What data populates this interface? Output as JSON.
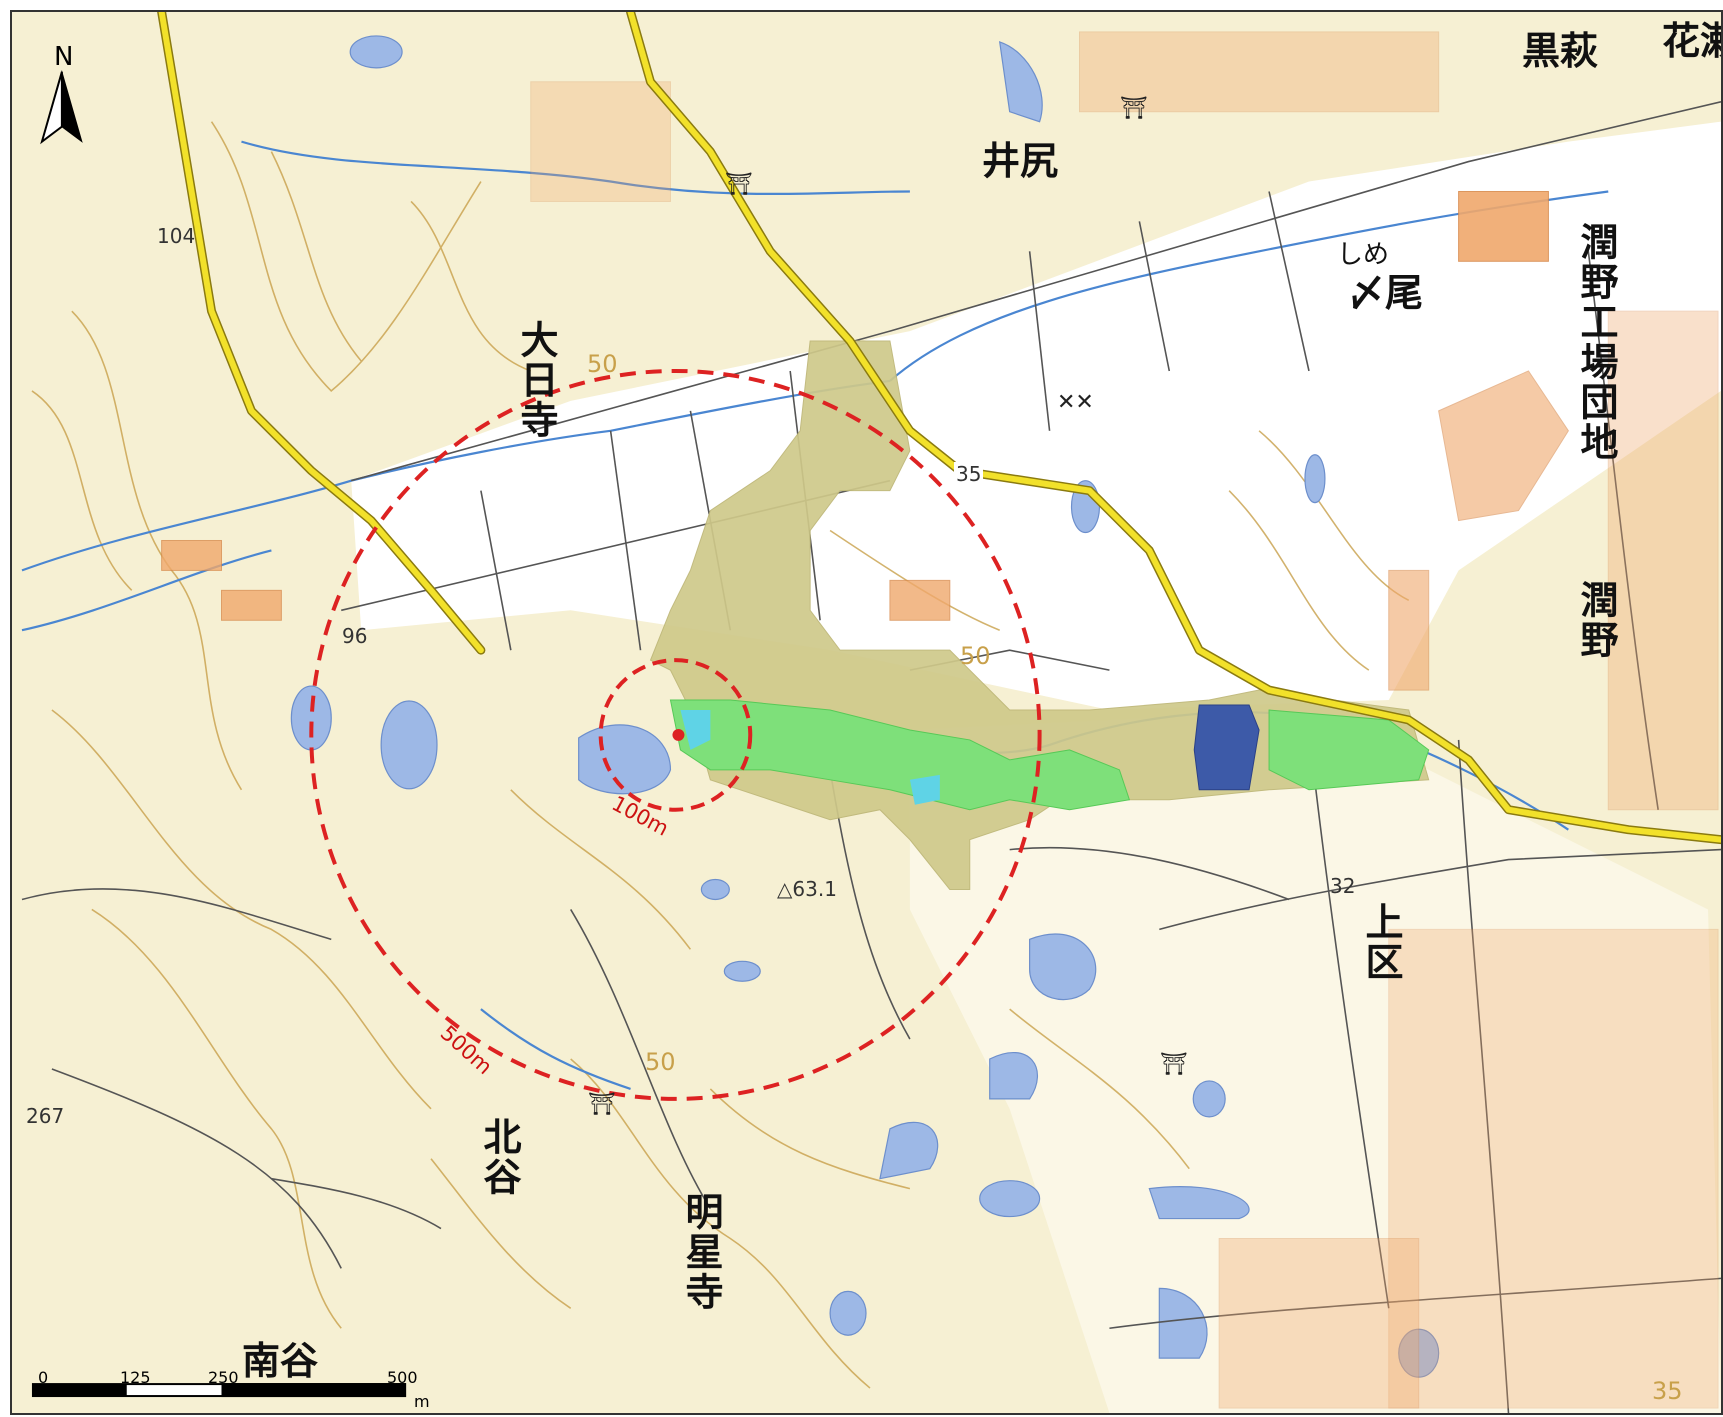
{
  "map": {
    "north_label": "N",
    "place_names": [
      {
        "text": "黒萩"
      },
      {
        "text": "花瀬"
      },
      {
        "text": "井尻"
      },
      {
        "text": "しめ"
      },
      {
        "text": "〆尾"
      },
      {
        "text": "潤野工場団地"
      },
      {
        "text": "潤野"
      },
      {
        "text": "大日寺"
      },
      {
        "text": "上区"
      },
      {
        "text": "北谷"
      },
      {
        "text": "明星寺"
      },
      {
        "text": "南谷"
      }
    ],
    "elevations": [
      "104",
      "96",
      "35",
      "50",
      "50",
      "50",
      "△63.1",
      "32",
      "267",
      "35"
    ],
    "rings": {
      "inner_label": "100m",
      "outer_label": "500m"
    },
    "scale": {
      "ticks": [
        "0",
        "125",
        "250",
        "500"
      ],
      "unit": "m"
    },
    "colors": {
      "background": "#f6f0d3",
      "road_primary": "#f2e12a",
      "water": "#9db8e6",
      "ring": "#dd2222",
      "area_olive": "#cfc98a",
      "area_green": "#7ee07a",
      "area_navy": "#3d5aa8",
      "building": "#f0a86c",
      "contour": "#c8a04a"
    }
  }
}
